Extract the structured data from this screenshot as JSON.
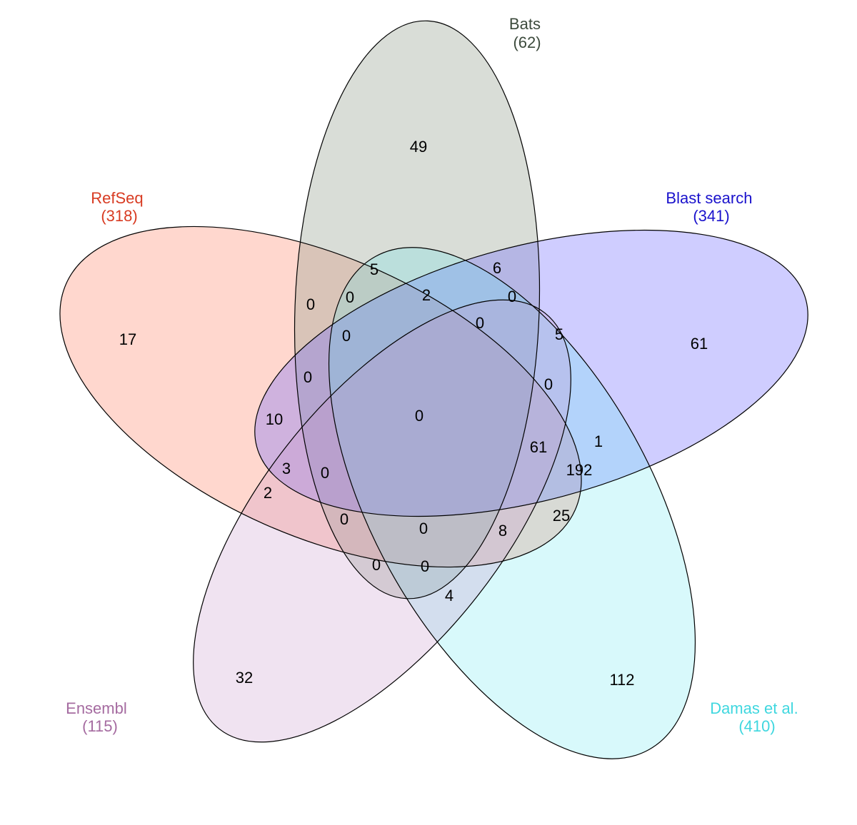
{
  "sets": [
    {
      "key": "refseq",
      "name": "RefSeq",
      "total": "(318)",
      "color": "#d83b22",
      "fill": "#ff8c74",
      "fill_opacity": 0.35
    },
    {
      "key": "bats",
      "name": "Bats",
      "total": "(62)",
      "color": "#3c4a3c",
      "fill": "#9aa596",
      "fill_opacity": 0.38
    },
    {
      "key": "blast",
      "name": "Blast search",
      "total": "(341)",
      "color": "#1a12cc",
      "fill": "#6a62ff",
      "fill_opacity": 0.32
    },
    {
      "key": "damas",
      "name": "Damas et al.",
      "total": "(410)",
      "color": "#3fd7df",
      "fill": "#5ee4ef",
      "fill_opacity": 0.24
    },
    {
      "key": "ensembl",
      "name": "Ensembl",
      "total": "(115)",
      "color": "#a56ba0",
      "fill": "#c494c8",
      "fill_opacity": 0.26
    }
  ],
  "regions": [
    {
      "id": "bats-only",
      "count": "49"
    },
    {
      "id": "refseq-only",
      "count": "17"
    },
    {
      "id": "blast-only",
      "count": "61"
    },
    {
      "id": "ensembl-only",
      "count": "32"
    },
    {
      "id": "damas-only",
      "count": "112"
    },
    {
      "id": "r-5",
      "count": "5"
    },
    {
      "id": "r-6",
      "count": "6"
    },
    {
      "id": "r-0a",
      "count": "0"
    },
    {
      "id": "r-0b",
      "count": "0"
    },
    {
      "id": "r-2a",
      "count": "2"
    },
    {
      "id": "r-0c",
      "count": "0"
    },
    {
      "id": "r-0d",
      "count": "0"
    },
    {
      "id": "r-0e",
      "count": "0"
    },
    {
      "id": "r-5b",
      "count": "5"
    },
    {
      "id": "r-0f",
      "count": "0"
    },
    {
      "id": "r-0g",
      "count": "0"
    },
    {
      "id": "r-10",
      "count": "10"
    },
    {
      "id": "all-five",
      "count": "0"
    },
    {
      "id": "r-61",
      "count": "61"
    },
    {
      "id": "r-1",
      "count": "1"
    },
    {
      "id": "r-3",
      "count": "3"
    },
    {
      "id": "r-0h",
      "count": "0"
    },
    {
      "id": "r-192",
      "count": "192"
    },
    {
      "id": "r-2b",
      "count": "2"
    },
    {
      "id": "r-25",
      "count": "25"
    },
    {
      "id": "r-0i",
      "count": "0"
    },
    {
      "id": "r-0j",
      "count": "0"
    },
    {
      "id": "r-8",
      "count": "8"
    },
    {
      "id": "r-0k",
      "count": "0"
    },
    {
      "id": "r-0l",
      "count": "0"
    },
    {
      "id": "r-4",
      "count": "4"
    }
  ]
}
